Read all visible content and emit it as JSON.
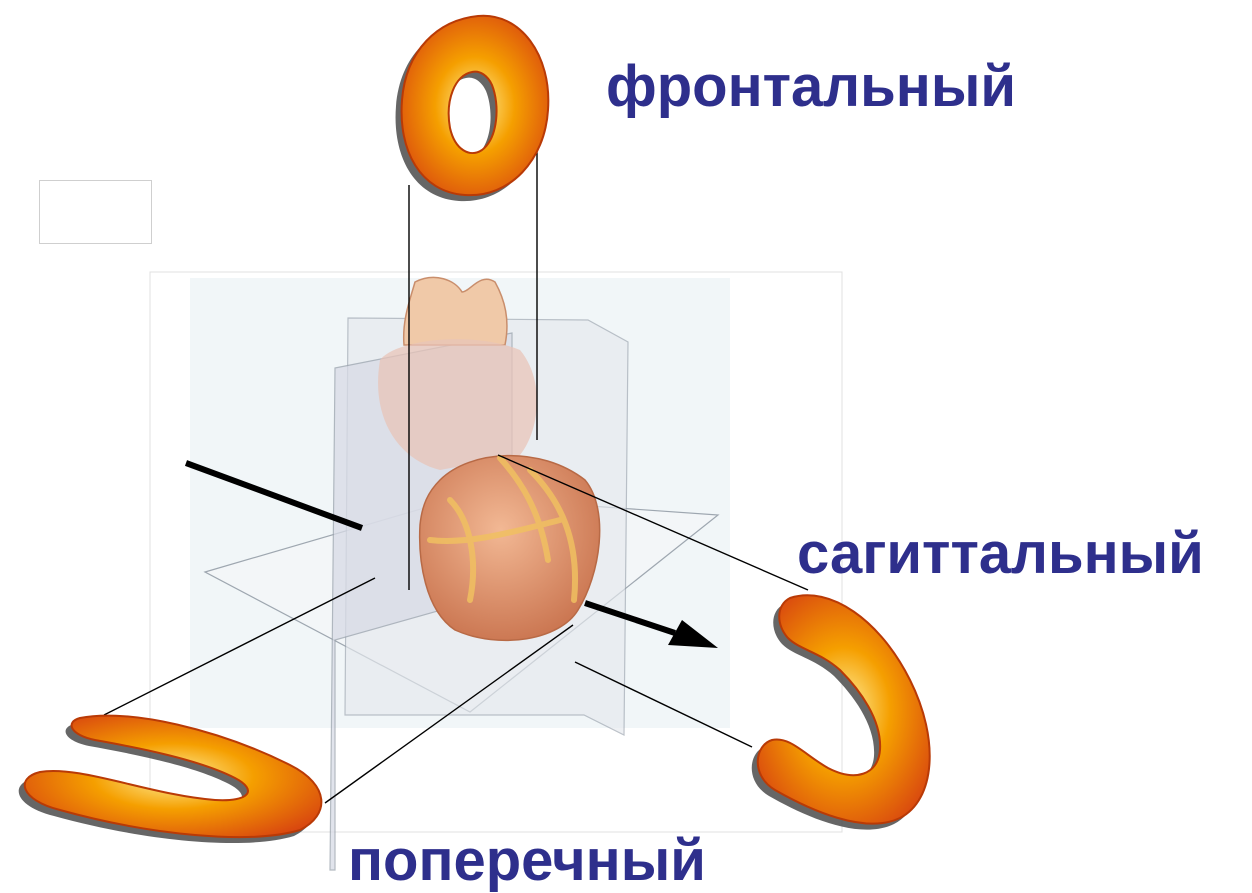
{
  "labels": {
    "frontal": "фронтальный",
    "sagittal": "сагиттальный",
    "transverse": "поперечный"
  },
  "colors": {
    "label_text": "#2e2f8c",
    "slice_outer": "#d9480f",
    "slice_mid": "#f59f00",
    "slice_core": "#fff3a3",
    "heart": "#e8a07a",
    "heart_vessel": "#f0c9a8",
    "heart_muscle": "#dd9b6c",
    "plane_fill": "#dfe3ea",
    "background_panel": "#eef4f7",
    "arrow": "#000000",
    "leader_line": "#000000"
  },
  "icons": {
    "frontal_slice": "ring-slice-icon",
    "sagittal_slice": "u-shaped-slice-icon",
    "transverse_slice": "horseshoe-slice-icon",
    "heart": "heart-illustration"
  }
}
